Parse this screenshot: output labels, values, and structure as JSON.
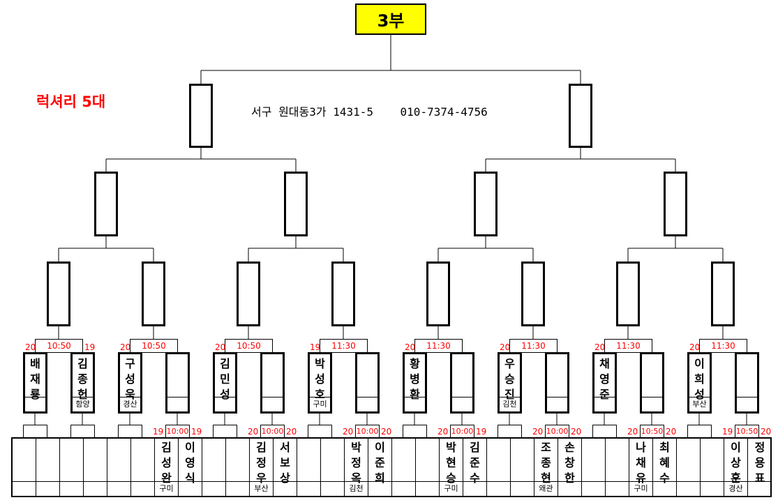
{
  "title": "3부",
  "subtitle": "럭셔리 5대",
  "address": "서구 원대동3가 1431-5    010-7374-4756",
  "colors": {
    "title_bg": "#ffff00",
    "accent": "#ff0000"
  },
  "groups": [
    {
      "time": "10:50",
      "score_left": "20",
      "score_right": "19",
      "left": {
        "name": "배재룡",
        "region": ""
      },
      "right": {
        "name": "김종헌",
        "region": "함양"
      },
      "bottom": null
    },
    {
      "time": "10:50",
      "score_left": "20",
      "score_right": "",
      "left": {
        "name": "구성욱",
        "region": "경산"
      },
      "right": {
        "name": "",
        "region": ""
      },
      "bottom": {
        "time": "10:00",
        "score_left": "19",
        "score_right": "19",
        "left": {
          "name": "김성완",
          "region": "구미"
        },
        "right": {
          "name": "이영식",
          "region": ""
        }
      }
    },
    {
      "time": "10:50",
      "score_left": "20",
      "score_right": "",
      "left": {
        "name": "김민성",
        "region": ""
      },
      "right": {
        "name": "",
        "region": ""
      },
      "bottom": {
        "time": "10:00",
        "score_left": "20",
        "score_right": "20",
        "left": {
          "name": "김정우",
          "region": "부산"
        },
        "right": {
          "name": "서보상",
          "region": ""
        }
      }
    },
    {
      "time": "11:30",
      "score_left": "19",
      "score_right": "",
      "left": {
        "name": "박성호",
        "region": "구미"
      },
      "right": {
        "name": "",
        "region": ""
      },
      "bottom": {
        "time": "10:00",
        "score_left": "20",
        "score_right": "20",
        "left": {
          "name": "박정옥",
          "region": "김천"
        },
        "right": {
          "name": "이준희",
          "region": ""
        }
      }
    },
    {
      "time": "11:30",
      "score_left": "20",
      "score_right": "",
      "left": {
        "name": "황병환",
        "region": ""
      },
      "right": {
        "name": "",
        "region": ""
      },
      "bottom": {
        "time": "10:00",
        "score_left": "20",
        "score_right": "19",
        "left": {
          "name": "박현승",
          "region": "구미"
        },
        "right": {
          "name": "김준수",
          "region": ""
        }
      }
    },
    {
      "time": "11:30",
      "score_left": "20",
      "score_right": "",
      "left": {
        "name": "우승진",
        "region": "김천"
      },
      "right": {
        "name": "",
        "region": ""
      },
      "bottom": {
        "time": "10:00",
        "score_left": "20",
        "score_right": "20",
        "left": {
          "name": "조종현",
          "region": "왜관"
        },
        "right": {
          "name": "손창한",
          "region": ""
        }
      }
    },
    {
      "time": "11:30",
      "score_left": "20",
      "score_right": "",
      "left": {
        "name": "채영준",
        "region": ""
      },
      "right": {
        "name": "",
        "region": ""
      },
      "bottom": {
        "time": "10:50",
        "score_left": "20",
        "score_right": "20",
        "left": {
          "name": "나채유",
          "region": "구미"
        },
        "right": {
          "name": "최혜수",
          "region": ""
        }
      }
    },
    {
      "time": "11:30",
      "score_left": "20",
      "score_right": "",
      "left": {
        "name": "이희성",
        "region": "부산"
      },
      "right": {
        "name": "",
        "region": ""
      },
      "bottom": {
        "time": "10:50",
        "score_left": "19",
        "score_right": "20",
        "left": {
          "name": "이상훈",
          "region": "경산"
        },
        "right": {
          "name": "정용표",
          "region": ""
        }
      }
    }
  ]
}
